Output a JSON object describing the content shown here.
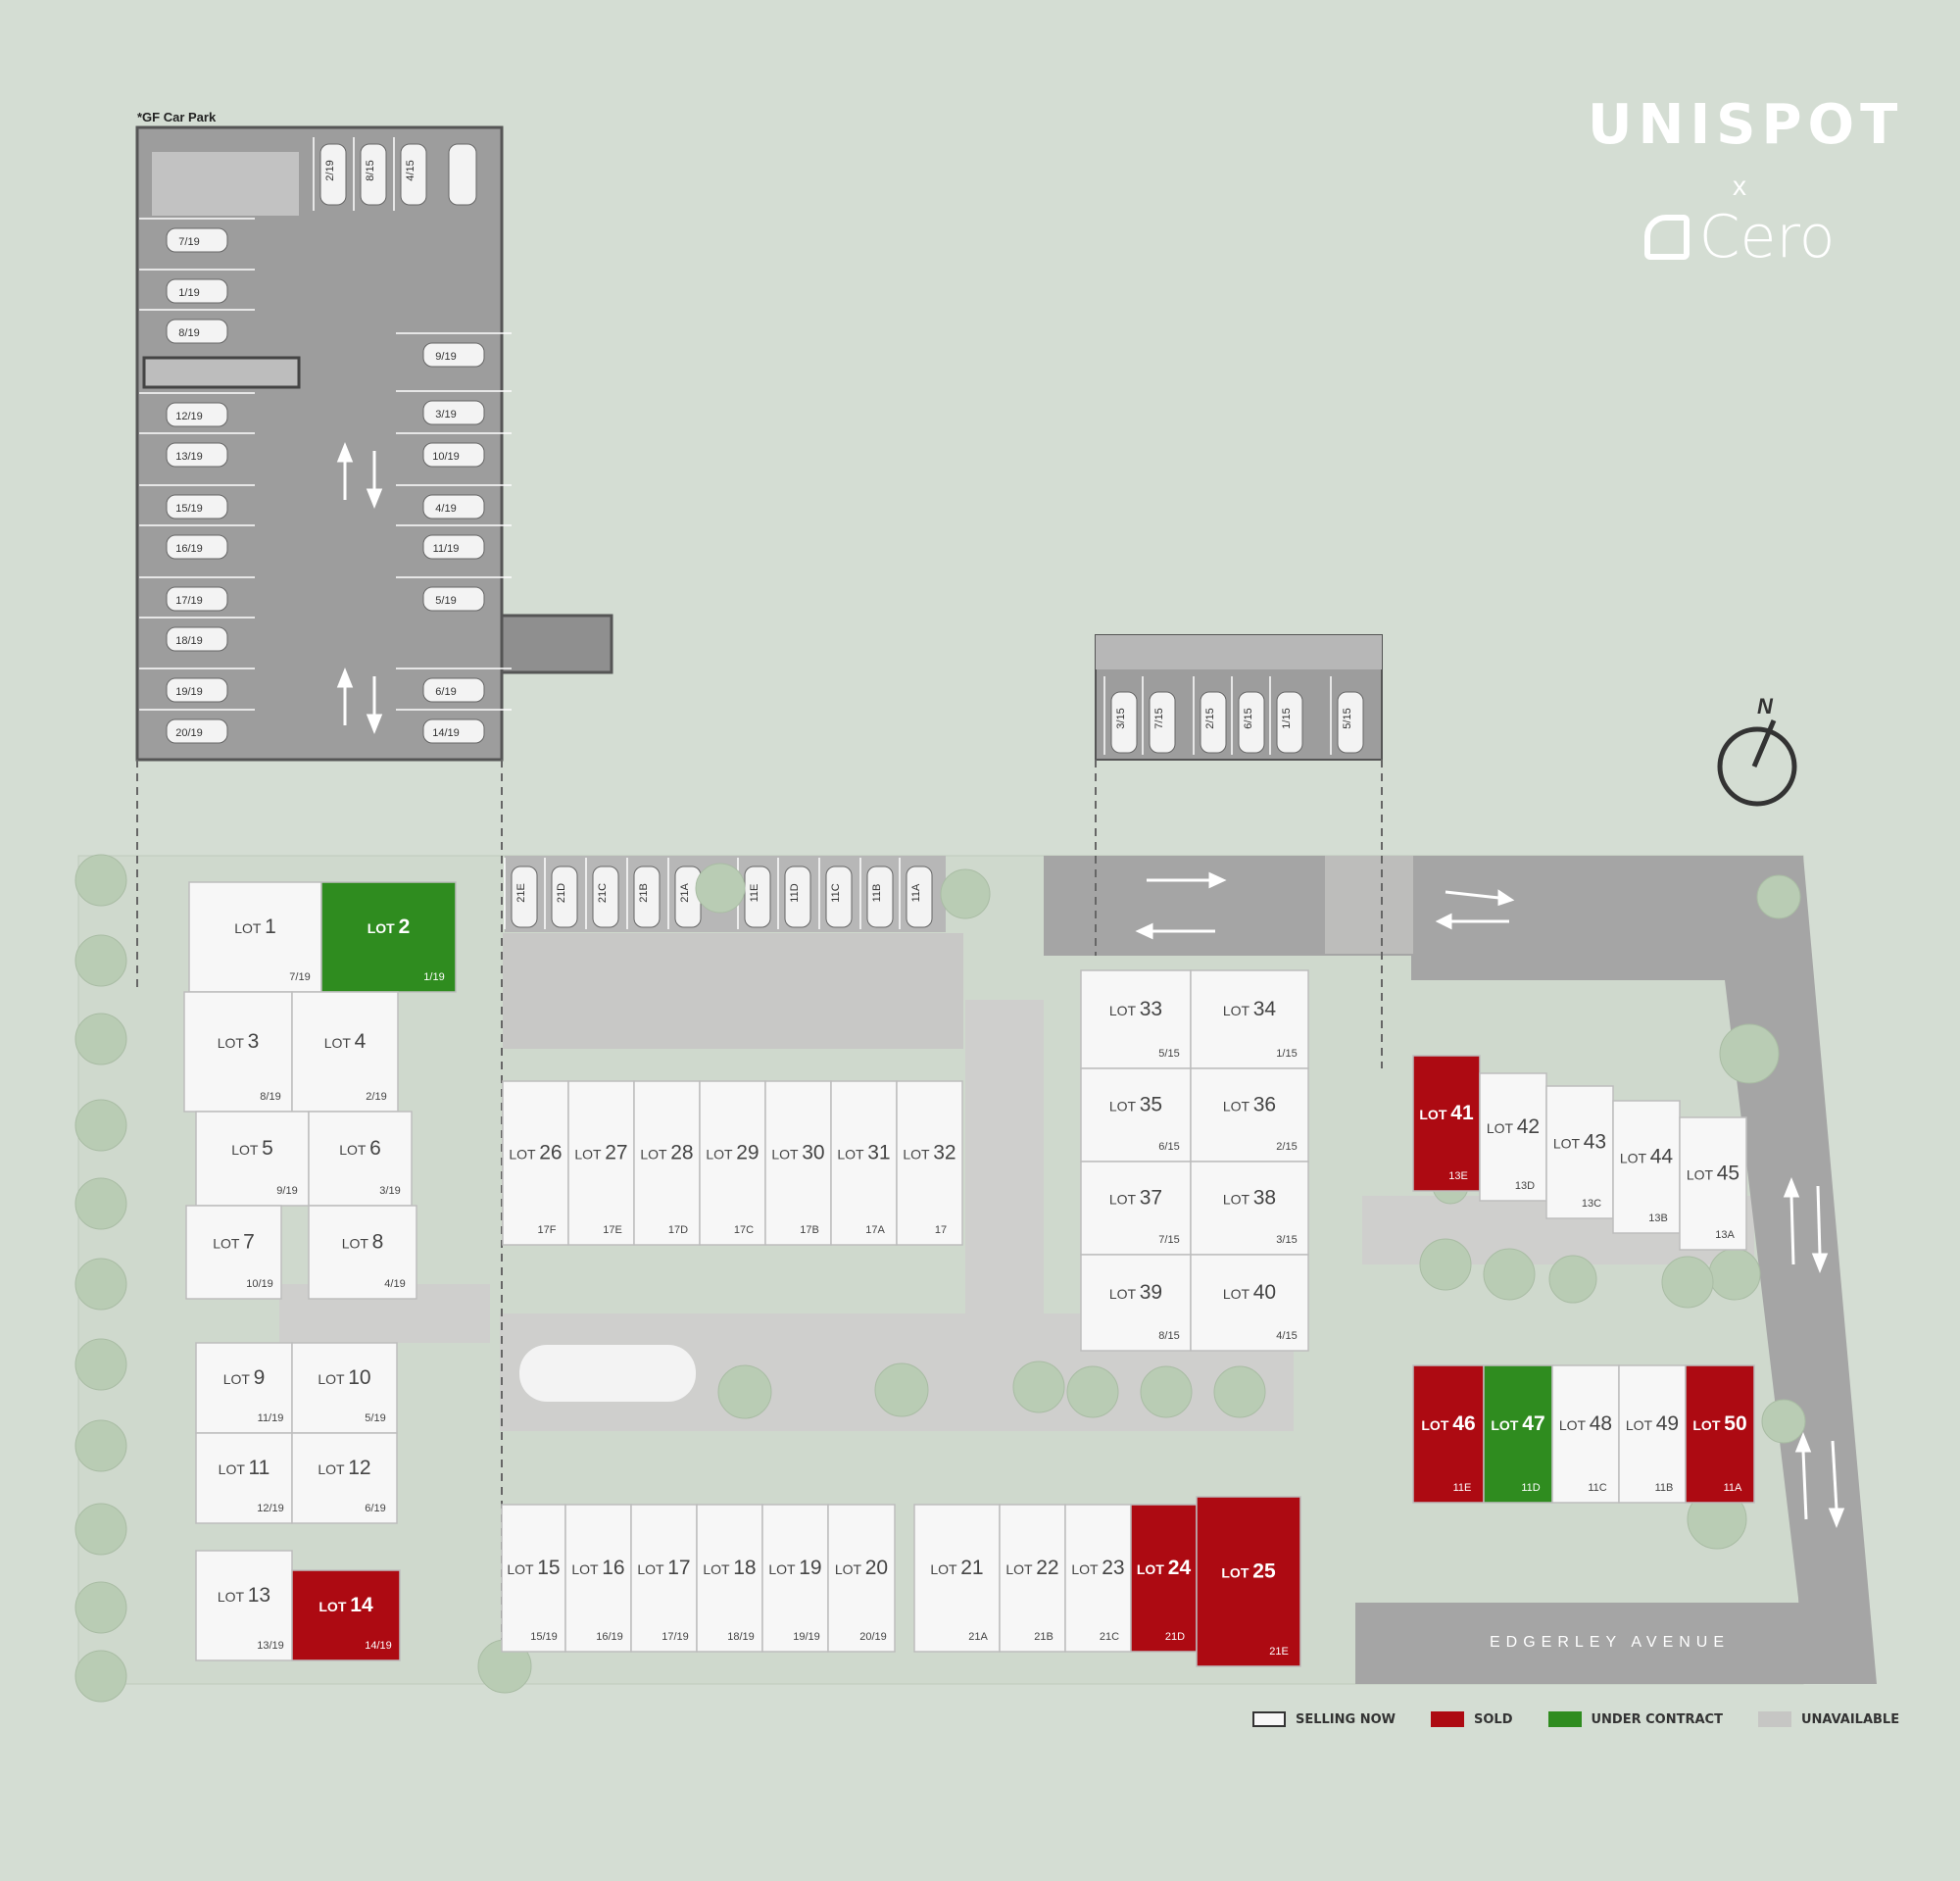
{
  "brand": {
    "logo_primary": "UNISPOT",
    "connector": "x",
    "logo_secondary": "Cero"
  },
  "carpark_label": "*GF Car Park",
  "street_name": "EDGERLEY AVENUE",
  "compass_label": "N",
  "lot_prefix": "LOT",
  "colors": {
    "selling": "#f7f7f7",
    "sold": "#ad0a12",
    "under_contract": "#2f8c1f",
    "unavailable": "#c6c6c4",
    "background": "#d4ddd3",
    "road": "#a5a5a5",
    "carpark": "#9d9d9d",
    "tree": "#b9ccb4"
  },
  "legend": [
    {
      "label": "SELLING NOW",
      "status": "selling"
    },
    {
      "label": "SOLD",
      "status": "sold"
    },
    {
      "label": "UNDER CONTRACT",
      "status": "under_contract"
    },
    {
      "label": "UNAVAILABLE",
      "status": "unavailable"
    }
  ],
  "lots": [
    {
      "num": "1",
      "parking": "7/19",
      "status": "selling"
    },
    {
      "num": "2",
      "parking": "1/19",
      "status": "under_contract"
    },
    {
      "num": "3",
      "parking": "8/19",
      "status": "selling"
    },
    {
      "num": "4",
      "parking": "2/19",
      "status": "selling"
    },
    {
      "num": "5",
      "parking": "9/19",
      "status": "selling"
    },
    {
      "num": "6",
      "parking": "3/19",
      "status": "selling"
    },
    {
      "num": "7",
      "parking": "10/19",
      "status": "selling"
    },
    {
      "num": "8",
      "parking": "4/19",
      "status": "selling"
    },
    {
      "num": "9",
      "parking": "11/19",
      "status": "selling"
    },
    {
      "num": "10",
      "parking": "5/19",
      "status": "selling"
    },
    {
      "num": "11",
      "parking": "12/19",
      "status": "selling"
    },
    {
      "num": "12",
      "parking": "6/19",
      "status": "selling"
    },
    {
      "num": "13",
      "parking": "13/19",
      "status": "selling"
    },
    {
      "num": "14",
      "parking": "14/19",
      "status": "sold"
    },
    {
      "num": "15",
      "parking": "15/19",
      "status": "selling"
    },
    {
      "num": "16",
      "parking": "16/19",
      "status": "selling"
    },
    {
      "num": "17",
      "parking": "17/19",
      "status": "selling"
    },
    {
      "num": "18",
      "parking": "18/19",
      "status": "selling"
    },
    {
      "num": "19",
      "parking": "19/19",
      "status": "selling"
    },
    {
      "num": "20",
      "parking": "20/19",
      "status": "selling"
    },
    {
      "num": "21",
      "parking": "21A",
      "status": "selling"
    },
    {
      "num": "22",
      "parking": "21B",
      "status": "selling"
    },
    {
      "num": "23",
      "parking": "21C",
      "status": "selling"
    },
    {
      "num": "24",
      "parking": "21D",
      "status": "sold"
    },
    {
      "num": "25",
      "parking": "21E",
      "status": "sold"
    },
    {
      "num": "26",
      "parking": "17F",
      "status": "selling"
    },
    {
      "num": "27",
      "parking": "17E",
      "status": "selling"
    },
    {
      "num": "28",
      "parking": "17D",
      "status": "selling"
    },
    {
      "num": "29",
      "parking": "17C",
      "status": "selling"
    },
    {
      "num": "30",
      "parking": "17B",
      "status": "selling"
    },
    {
      "num": "31",
      "parking": "17A",
      "status": "selling"
    },
    {
      "num": "32",
      "parking": "17",
      "status": "selling"
    },
    {
      "num": "33",
      "parking": "5/15",
      "status": "selling"
    },
    {
      "num": "34",
      "parking": "1/15",
      "status": "selling"
    },
    {
      "num": "35",
      "parking": "6/15",
      "status": "selling"
    },
    {
      "num": "36",
      "parking": "2/15",
      "status": "selling"
    },
    {
      "num": "37",
      "parking": "7/15",
      "status": "selling"
    },
    {
      "num": "38",
      "parking": "3/15",
      "status": "selling"
    },
    {
      "num": "39",
      "parking": "8/15",
      "status": "selling"
    },
    {
      "num": "40",
      "parking": "4/15",
      "status": "selling"
    },
    {
      "num": "41",
      "parking": "13E",
      "status": "sold"
    },
    {
      "num": "42",
      "parking": "13D",
      "status": "selling"
    },
    {
      "num": "43",
      "parking": "13C",
      "status": "selling"
    },
    {
      "num": "44",
      "parking": "13B",
      "status": "selling"
    },
    {
      "num": "45",
      "parking": "13A",
      "status": "selling"
    },
    {
      "num": "46",
      "parking": "11E",
      "status": "sold"
    },
    {
      "num": "47",
      "parking": "11D",
      "status": "under_contract"
    },
    {
      "num": "48",
      "parking": "11C",
      "status": "selling"
    },
    {
      "num": "49",
      "parking": "11B",
      "status": "selling"
    },
    {
      "num": "50",
      "parking": "11A",
      "status": "sold"
    }
  ],
  "carpark_left_spaces": [
    "7/19",
    "1/19",
    "8/19",
    "12/19",
    "13/19",
    "15/19",
    "16/19",
    "17/19",
    "18/19",
    "19/19",
    "20/19"
  ],
  "carpark_right_spaces": [
    "9/19",
    "3/19",
    "10/19",
    "4/19",
    "11/19",
    "5/19",
    "6/19",
    "14/19"
  ],
  "carpark_top_spaces": [
    "2/19",
    "8/15",
    "4/15"
  ],
  "upper_carpark_spaces": [
    "3/15",
    "7/15",
    "2/15",
    "6/15",
    "1/15",
    "5/15"
  ],
  "site_top_spaces": [
    "21E",
    "21D",
    "21C",
    "21B",
    "21A",
    "11E",
    "11D",
    "11C",
    "11B",
    "11A"
  ]
}
